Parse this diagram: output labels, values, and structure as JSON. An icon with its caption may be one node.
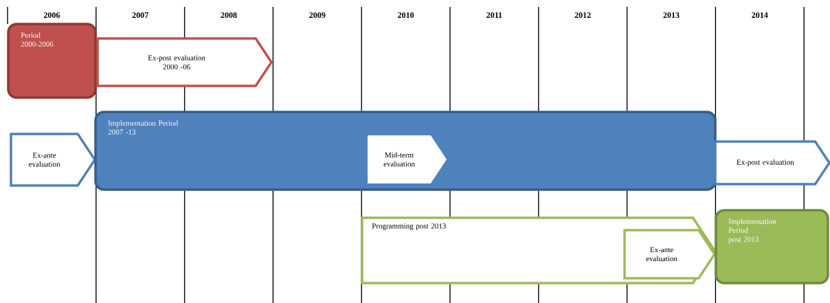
{
  "diagram": {
    "nodes": [
      {
        "text": [
          "Period 2000-2006"
        ]
      },
      {
        "text": [
          "Ex-post evaluation 2000 -06"
        ]
      },
      {
        "text": [
          "Ex-ante evaluation"
        ]
      },
      {
        "text": [
          "Implementation  Period 2007 -13"
        ]
      },
      {
        "text": [
          "Mid-term evaluation"
        ],
        "in": 3
      },
      {
        "text": [
          "Ex-post evaluation"
        ]
      },
      {
        "text": [
          "Programming post 2013"
        ]
      },
      {
        "text": [
          "Ex-ante evaluation"
        ],
        "in": 6
      },
      {
        "text": [
          "Implementation Period post 2013"
        ]
      }
    ],
    "edges": [],
    "labels": [
      "2006",
      "2007",
      "2008",
      "2009",
      "2010",
      "2011",
      "2012",
      "2013",
      "2014"
    ]
  }
}
